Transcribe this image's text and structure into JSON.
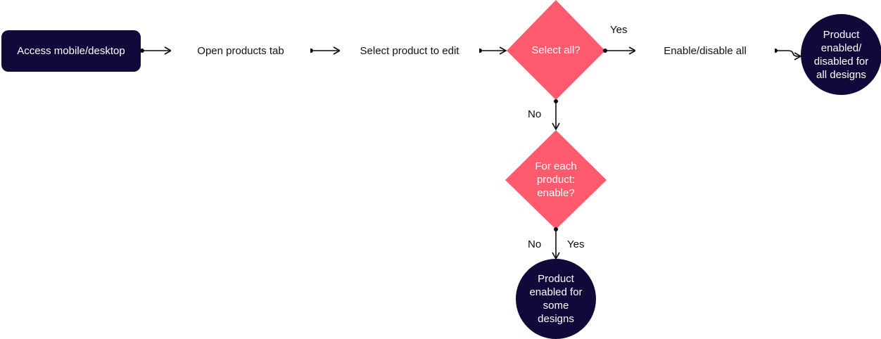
{
  "colors": {
    "dark_navy": "#10093a",
    "decision_pink": "#ff5a6e",
    "arrow": "#0b0b14",
    "background": "#ffffff"
  },
  "nodes": {
    "start": "Access mobile/desktop",
    "open_products": "Open products tab",
    "select_product": "Select product to edit",
    "select_all_decision": "Select all?",
    "enable_disable_all": "Enable/disable all",
    "end_all": "Product\nenabled/\ndisabled for\nall designs",
    "for_each_decision": "For each\nproduct:\nenable?",
    "end_some": "Product\nenabled for\nsome\ndesigns"
  },
  "edge_labels": {
    "select_all_yes": "Yes",
    "select_all_no": "No",
    "for_each_no": "No",
    "for_each_yes": "Yes"
  }
}
